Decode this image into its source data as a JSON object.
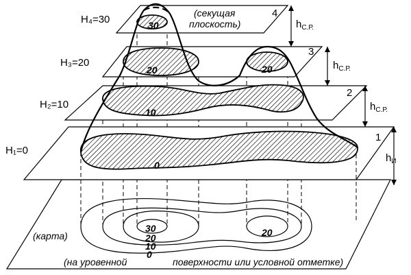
{
  "levels": [
    {
      "label": "H₄=30",
      "plane_number": "4",
      "contour_label": "30"
    },
    {
      "label": "H₃=20",
      "plane_number": "3",
      "contour_label": "20"
    },
    {
      "label": "H₂=10",
      "plane_number": "2",
      "contour_label": "10"
    },
    {
      "label": "H₁=0",
      "plane_number": "1",
      "contour_label": "0"
    }
  ],
  "annotations": {
    "cutting_plane_line1": "(секущая",
    "cutting_plane_line2": "плоскость)",
    "map": "(карта)",
    "surface_part1": "(на уровенной",
    "surface_part2": "поверхности или условной отметке)"
  },
  "intervals": {
    "contour_interval_1": "h",
    "contour_interval_1_sub": "С.Р.",
    "contour_interval_2": "h",
    "contour_interval_2_sub": "С.Р.",
    "contour_interval_3": "h",
    "contour_interval_3_sub": "С.Р.",
    "height": "h",
    "height_sub": "И"
  },
  "map_labels": {
    "peak_left": "30",
    "peak_right": "20",
    "ring_20": "20",
    "ring_10": "10",
    "ring_0": "0"
  }
}
